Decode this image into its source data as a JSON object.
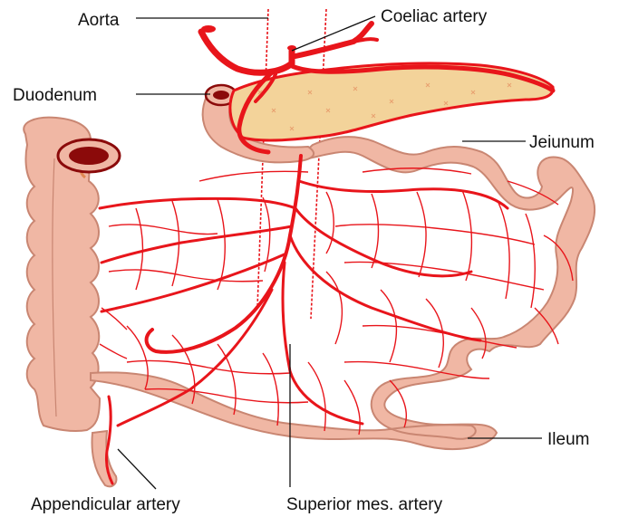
{
  "labels": {
    "aorta": "Aorta",
    "coeliac_artery": "Coeliac artery",
    "duodenum": "Duodenum",
    "jeiunum": "Jeiunum",
    "ileum": "Ileum",
    "appendicular_artery": "Appendicular artery",
    "superior_mes_artery": "Superior mes. artery"
  },
  "colors": {
    "artery": "#e8151b",
    "bowel": "#f0b7a4",
    "bowel_outline": "#c98672",
    "pancreas": "#f3d39a",
    "lumen": "#8b0a0a"
  }
}
